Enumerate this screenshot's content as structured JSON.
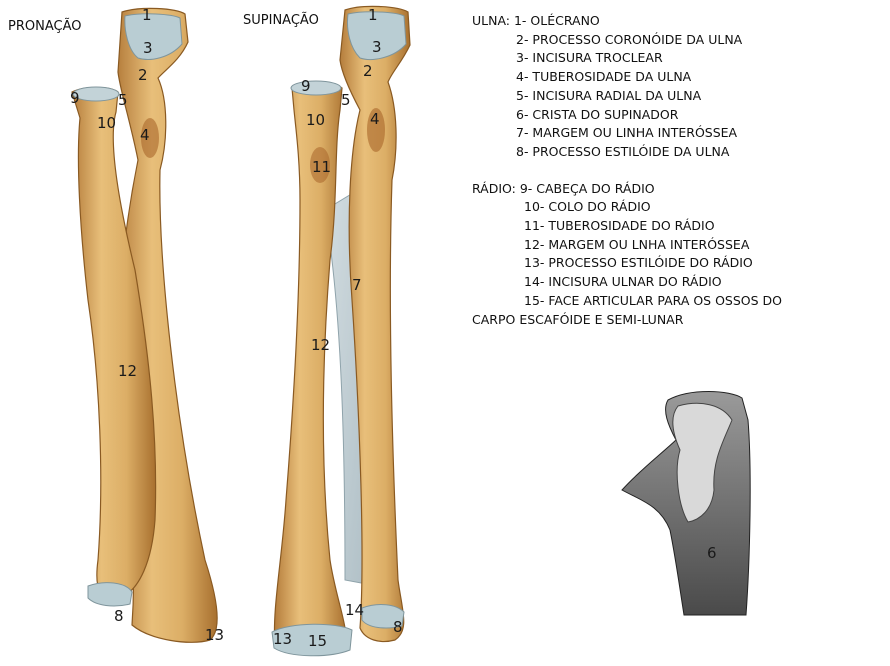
{
  "titles": {
    "pronation": "PRONAÇÃO",
    "supination": "SUPINAÇÃO"
  },
  "legend": {
    "ulna_head": "ULNA: 1- OLÉCRANO",
    "ulna_items": [
      "2- PROCESSO CORONÓIDE DA ULNA",
      "3- INCISURA TROCLEAR",
      "4- TUBEROSIDADE DA ULNA",
      "5- INCISURA RADIAL DA ULNA",
      "6- CRISTA DO SUPINADOR",
      "7- MARGEM OU LINHA INTERÓSSEA",
      "8- PROCESSO ESTILÓIDE DA ULNA"
    ],
    "radius_head": "RÁDIO: 9- CABEÇA DO RÁDIO",
    "radius_items": [
      "10- COLO DO RÁDIO",
      "11- TUBEROSIDADE DO RÁDIO",
      "12- MARGEM OU LNHA INTERÓSSEA",
      "13- PROCESSO ESTILÓIDE DO RÁDIO",
      "14- INCISURA ULNAR DO RÁDIO",
      "15- FACE ARTICULAR PARA OS OSSOS DO"
    ],
    "radius_tail": "CARPO ESCAFÓIDE E SEMI-LUNAR"
  },
  "pronation_labels": [
    "1",
    "2",
    "3",
    "4",
    "5",
    "9",
    "10",
    "12",
    "8",
    "13"
  ],
  "supination_labels": [
    "1",
    "2",
    "3",
    "4",
    "5",
    "9",
    "10",
    "11",
    "7",
    "12",
    "14",
    "13",
    "15",
    "8"
  ],
  "detail_label": "6",
  "colors": {
    "bone": "#d9a95e",
    "bone_dark": "#b07a38",
    "bone_light": "#ecc889",
    "cartilage": "#b9cdd3",
    "membrane": "#c5d2d8"
  }
}
